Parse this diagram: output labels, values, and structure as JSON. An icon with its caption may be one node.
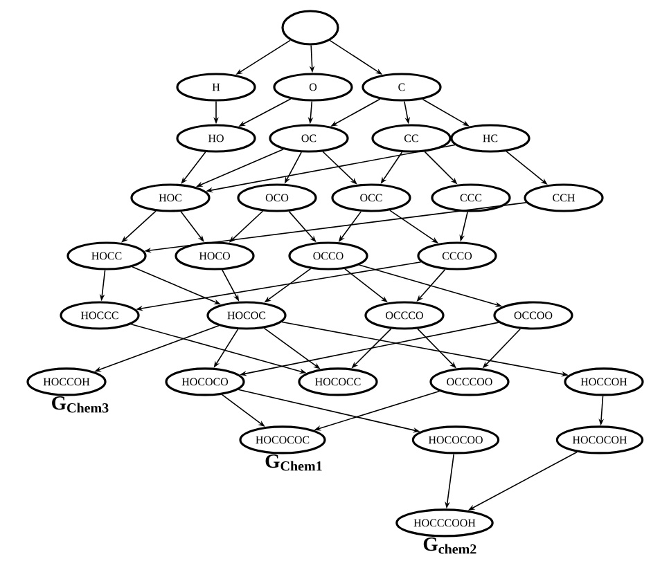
{
  "diagram": {
    "nodes": [
      {
        "text": [],
        "shape": "circle"
      },
      {
        "text": [
          "H"
        ]
      },
      {
        "text": [
          "O"
        ]
      },
      {
        "text": [
          "C"
        ]
      },
      {
        "text": [
          "HO"
        ]
      },
      {
        "text": [
          "OC"
        ]
      },
      {
        "text": [
          "CC"
        ]
      },
      {
        "text": [
          "HC"
        ]
      },
      {
        "text": [
          "HOC"
        ]
      },
      {
        "text": [
          "OCO"
        ]
      },
      {
        "text": [
          "OCC"
        ]
      },
      {
        "text": [
          "CCC"
        ]
      },
      {
        "text": [
          "CCH"
        ]
      },
      {
        "text": [
          "HOCC"
        ]
      },
      {
        "text": [
          "HOCO"
        ]
      },
      {
        "text": [
          "OCCO"
        ]
      },
      {
        "text": [
          "CCCO"
        ]
      },
      {
        "text": [
          "HOCCC"
        ]
      },
      {
        "text": [
          "HOCOC"
        ]
      },
      {
        "text": [
          "OCCCO"
        ]
      },
      {
        "text": [
          "OCCOO"
        ]
      },
      {
        "text": [
          "HOCCOH"
        ],
        "beside": [
          "G$_{Chem3}$"
        ]
      },
      {
        "text": [
          "HOCOCO"
        ]
      },
      {
        "text": [
          "HOCOCC"
        ]
      },
      {
        "text": [
          "OCCCOO"
        ]
      },
      {
        "text": [
          "HOCCOH"
        ]
      },
      {
        "text": [
          "HOCOCOC"
        ],
        "beside": [
          "G$_{Chem1}$"
        ]
      },
      {
        "text": [
          "HOCOCOO"
        ]
      },
      {
        "text": [
          "HOCOCOH"
        ]
      },
      {
        "text": [
          "HOCCCOOH"
        ],
        "beside": [
          "G$_{chem2}$"
        ]
      }
    ],
    "edges": [
      {
        "from": 0,
        "to": 1,
        "arrow": "to"
      },
      {
        "from": 0,
        "to": 2,
        "arrow": "to"
      },
      {
        "from": 0,
        "to": 3,
        "arrow": "to"
      },
      {
        "from": 1,
        "to": 4,
        "arrow": "to"
      },
      {
        "from": 2,
        "to": 4,
        "arrow": "to"
      },
      {
        "from": 2,
        "to": 5,
        "arrow": "to"
      },
      {
        "from": 3,
        "to": 5,
        "arrow": "to"
      },
      {
        "from": 3,
        "to": 6,
        "arrow": "to"
      },
      {
        "from": 3,
        "to": 7,
        "arrow": "to"
      },
      {
        "from": 4,
        "to": 8,
        "arrow": "to"
      },
      {
        "from": 5,
        "to": 8,
        "arrow": "to"
      },
      {
        "from": 5,
        "to": 9,
        "arrow": "to"
      },
      {
        "from": 5,
        "to": 10,
        "arrow": "to"
      },
      {
        "from": 6,
        "to": 10,
        "arrow": "to"
      },
      {
        "from": 6,
        "to": 11,
        "arrow": "to"
      },
      {
        "from": 7,
        "to": 8,
        "arrow": "to"
      },
      {
        "from": 7,
        "to": 12,
        "arrow": "to"
      },
      {
        "from": 8,
        "to": 13,
        "arrow": "to"
      },
      {
        "from": 8,
        "to": 14,
        "arrow": "to"
      },
      {
        "from": 9,
        "to": 14,
        "arrow": "to"
      },
      {
        "from": 9,
        "to": 15,
        "arrow": "to"
      },
      {
        "from": 10,
        "to": 15,
        "arrow": "to"
      },
      {
        "from": 10,
        "to": 16,
        "arrow": "to"
      },
      {
        "from": 12,
        "to": 13,
        "arrow": "to"
      },
      {
        "from": 11,
        "to": 16,
        "arrow": "to"
      },
      {
        "from": 13,
        "to": 17,
        "arrow": "to"
      },
      {
        "from": 13,
        "to": 18,
        "arrow": "to"
      },
      {
        "from": 14,
        "to": 18,
        "arrow": "to"
      },
      {
        "from": 15,
        "to": 18,
        "arrow": "to"
      },
      {
        "from": 15,
        "to": 19,
        "arrow": "to"
      },
      {
        "from": 15,
        "to": 20,
        "arrow": "to"
      },
      {
        "from": 16,
        "to": 17,
        "arrow": "to"
      },
      {
        "from": 16,
        "to": 19,
        "arrow": "to"
      },
      {
        "from": 17,
        "to": 23,
        "arrow": "to"
      },
      {
        "from": 18,
        "to": 21,
        "arrow": "to"
      },
      {
        "from": 18,
        "to": 22,
        "arrow": "to"
      },
      {
        "from": 18,
        "to": 23,
        "arrow": "to"
      },
      {
        "from": 18,
        "to": 25,
        "arrow": "to"
      },
      {
        "from": 19,
        "to": 23,
        "arrow": "to"
      },
      {
        "from": 19,
        "to": 24,
        "arrow": "to"
      },
      {
        "from": 20,
        "to": 22,
        "arrow": "to"
      },
      {
        "from": 20,
        "to": 24,
        "arrow": "to"
      },
      {
        "from": 22,
        "to": 26,
        "arrow": "to"
      },
      {
        "from": 22,
        "to": 27,
        "arrow": "to"
      },
      {
        "from": 24,
        "to": 26,
        "arrow": "to"
      },
      {
        "from": 25,
        "to": 28,
        "arrow": "to"
      },
      {
        "from": 27,
        "to": 29,
        "arrow": "to"
      },
      {
        "from": 28,
        "to": 29,
        "arrow": "to"
      }
    ]
  }
}
